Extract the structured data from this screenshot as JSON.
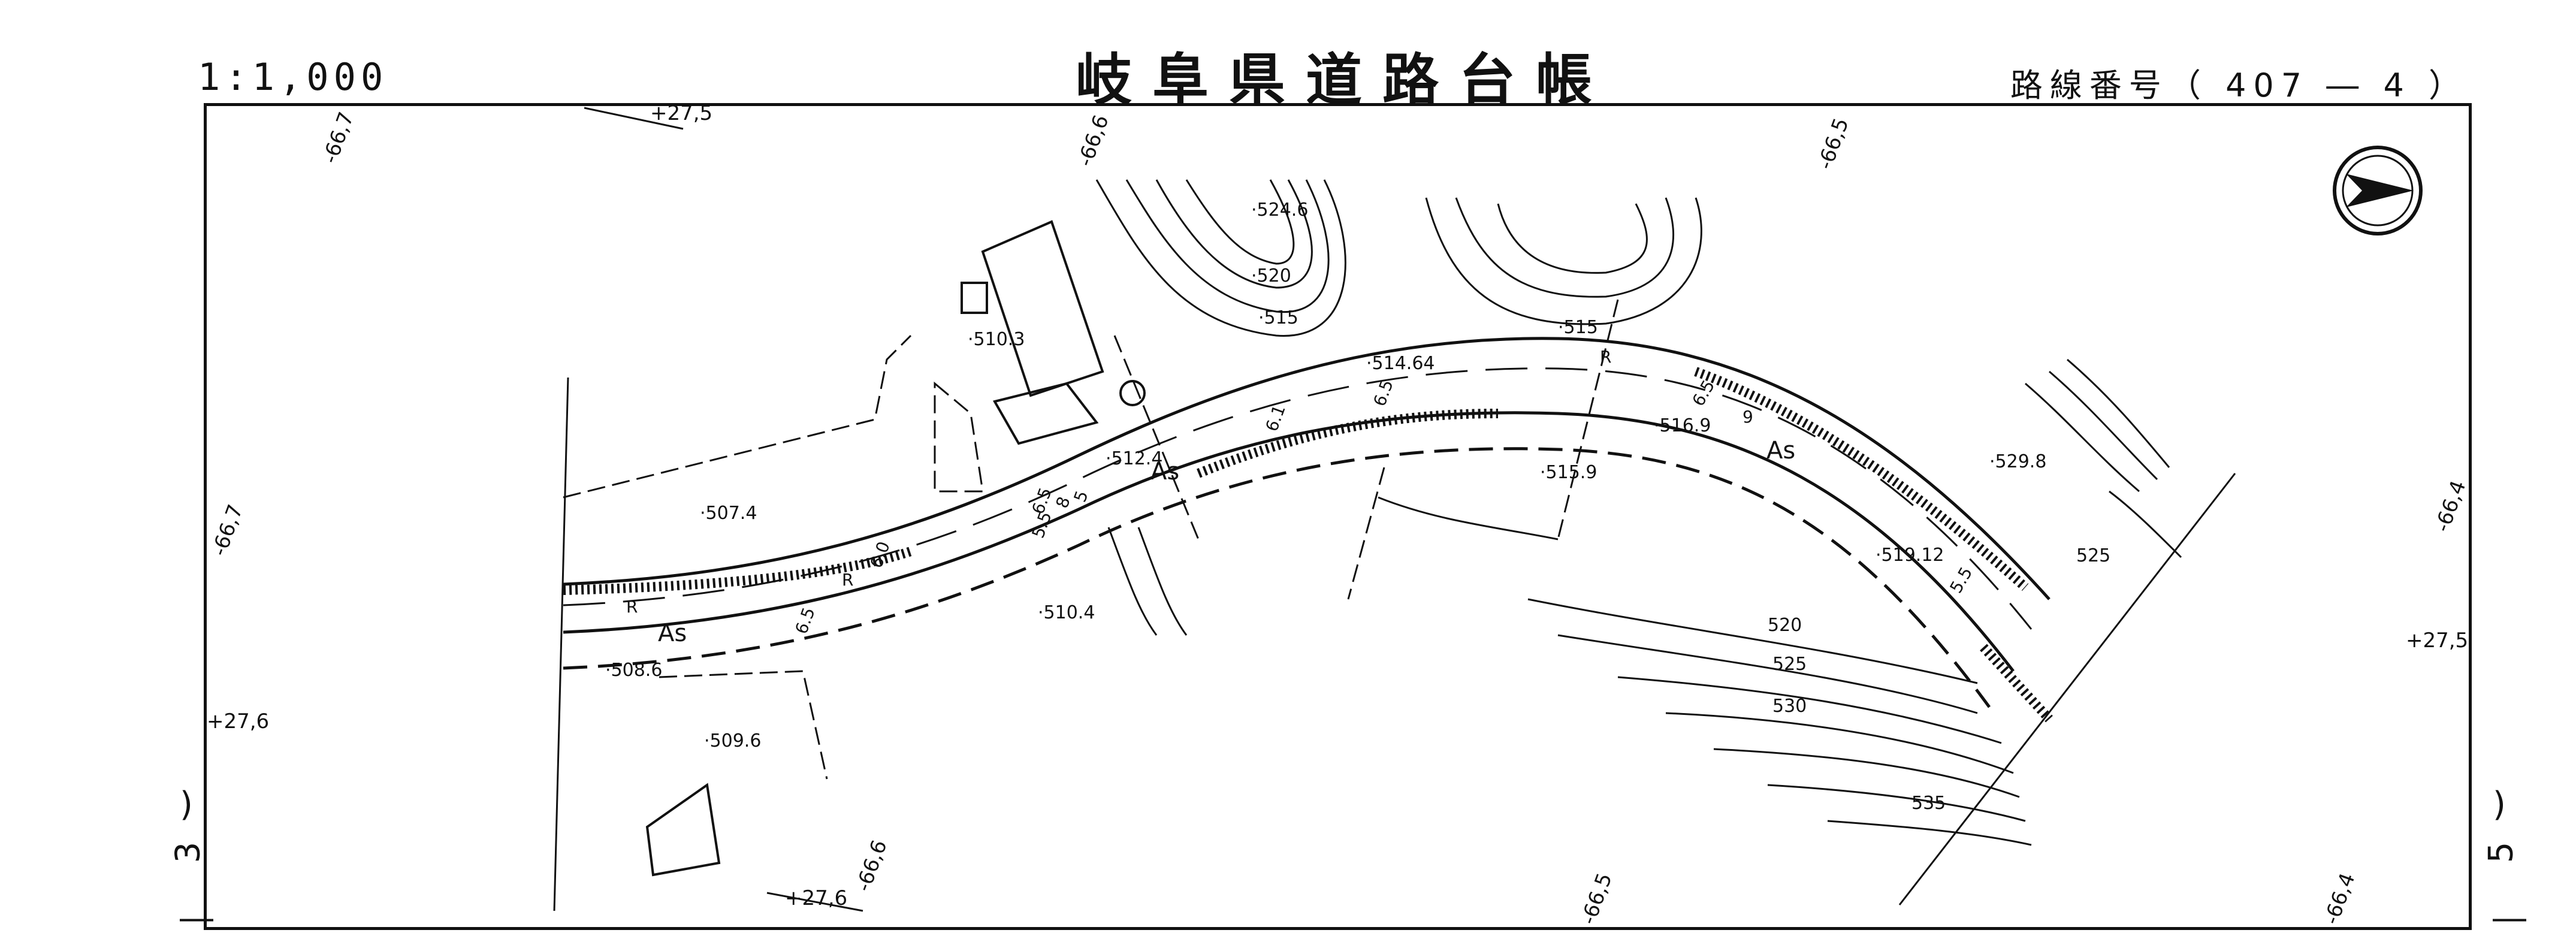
{
  "header": {
    "scale": "1:1,000",
    "title": "岐阜県道路台帳",
    "route_label": "路線番号（",
    "route_number": "407 ― 4",
    "route_close": "）"
  },
  "side_marks": {
    "left_paren": ")",
    "left_number": "3",
    "left_dash": "―",
    "right_paren": ")",
    "right_number": "5",
    "right_dash": "―"
  },
  "grid_labels": [
    "-66,7",
    "+27,5",
    "-66,6",
    "-66,5",
    "-66,7",
    "-66,4",
    "+27,6",
    "+27,5",
    "+27,6",
    "-66,6",
    "-66,5",
    "-66,4"
  ],
  "elevations": [
    "524.6",
    "520",
    "515",
    "510.3",
    "514.64",
    "515",
    "512.4",
    "507.4",
    "516.9",
    "515.9",
    "529.8",
    "519.12",
    "510.4",
    "508.6",
    "509.6",
    "520",
    "525",
    "525",
    "530",
    "535"
  ],
  "road_labels": [
    "As",
    "As",
    "As",
    "R",
    "R",
    "R"
  ],
  "widths": [
    "6.5",
    "6.0",
    "6.5",
    "6.5",
    "8",
    "5",
    "6.1",
    "6.5",
    "5.5",
    "9",
    "5.5"
  ],
  "north_arrow": "north-arrow"
}
